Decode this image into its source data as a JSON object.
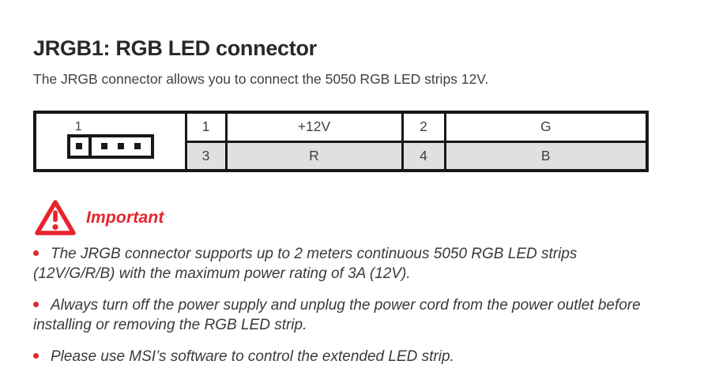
{
  "page": {
    "title": "JRGB1: RGB LED connector",
    "subtitle": "The JRGB connector allows you to connect the 5050 RGB LED strips 12V."
  },
  "pin_table": {
    "connector_pin1_label": "1",
    "pin_count": 4,
    "rows": [
      {
        "pin_a": "1",
        "signal_a": "+12V",
        "pin_b": "2",
        "signal_b": "G"
      },
      {
        "pin_a": "3",
        "signal_a": "R",
        "pin_b": "4",
        "signal_b": "B"
      }
    ]
  },
  "important": {
    "label": "Important",
    "bullets": [
      "The JRGB connector supports up to 2 meters continuous 5050 RGB LED strips (12V/G/R/B) with the maximum power rating of 3A (12V).",
      "Always turn off the power supply and unplug the power cord from the power outlet before installing or removing the RGB LED strip.",
      "Please use MSI’s software to control the extended LED strip."
    ]
  },
  "colors": {
    "accent_red": "#e8232c",
    "row_alt_bg": "#e0e0e1",
    "table_border": "#1a1718",
    "body_text": "#3a3a3c"
  }
}
